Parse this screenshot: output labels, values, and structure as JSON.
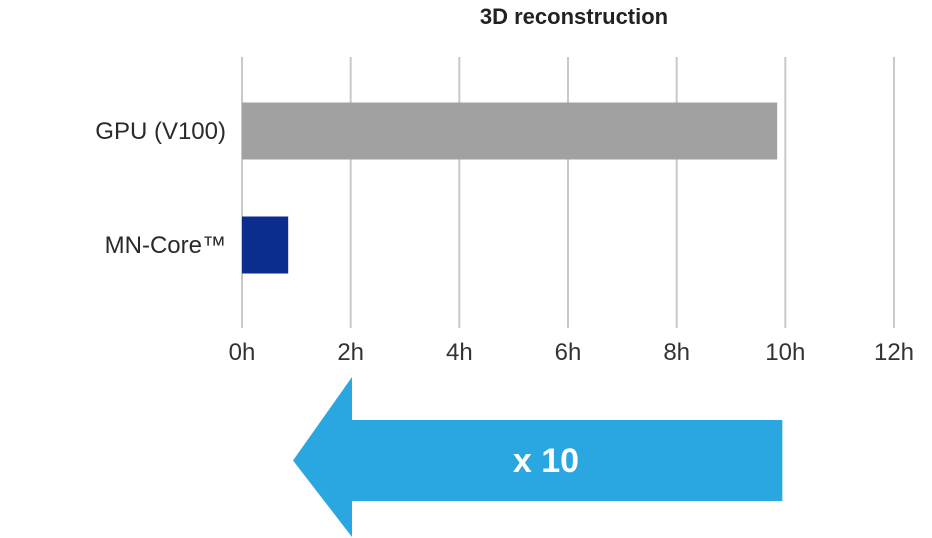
{
  "chart_data": {
    "type": "bar",
    "orientation": "horizontal",
    "title": "3D reconstruction",
    "categories": [
      "GPU (V100)",
      "MN-Core™"
    ],
    "values": [
      9.85,
      0.85
    ],
    "value_unit": "h",
    "xlim": [
      0,
      12
    ],
    "xticks": [
      0,
      2,
      4,
      6,
      8,
      10,
      12
    ],
    "xtick_labels": [
      "0h",
      "2h",
      "4h",
      "6h",
      "8h",
      "10h",
      "12h"
    ],
    "grid": "vertical",
    "bar_colors": [
      "#a0a1a0",
      "#0b2e8e"
    ],
    "grid_color": "#c8c8c8",
    "annotation": {
      "text": "x 10",
      "shape": "left-pointing arrow",
      "from_value": 10,
      "to_value": 0,
      "color": "#2aa6e0"
    }
  }
}
